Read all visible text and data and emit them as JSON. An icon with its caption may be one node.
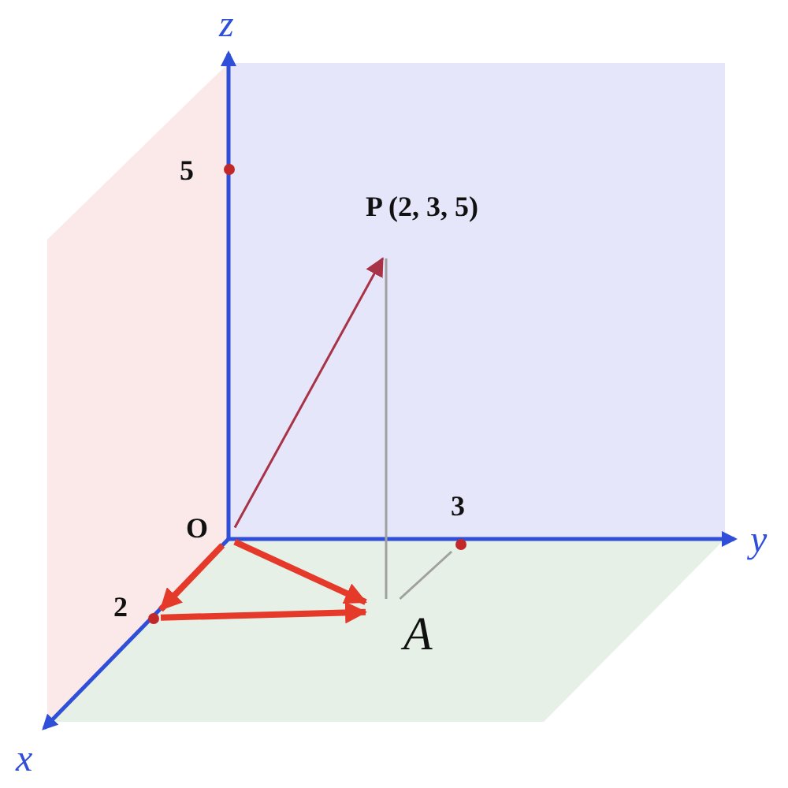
{
  "diagram": {
    "nodes": [
      {
        "text": [
          "5"
        ]
      },
      {
        "text": [
          "P (2, 3, 5)"
        ]
      },
      {
        "text": [
          "O"
        ]
      },
      {
        "text": [
          "3"
        ]
      },
      {
        "text": [
          "2"
        ]
      },
      {
        "text": [
          "A"
        ]
      }
    ],
    "edges": [
      {
        "from": 2,
        "to": 1,
        "arrow": "to",
        "color": "#a83246"
      },
      {
        "from": 2,
        "to": 4,
        "arrow": "to",
        "style": "thick"
      },
      {
        "from": 4,
        "to": 5,
        "arrow": "to",
        "style": "thick"
      },
      {
        "from": 2,
        "to": 5,
        "arrow": "to",
        "style": "thick"
      },
      {
        "from": 1,
        "to": 5,
        "arrow": "none",
        "color": "#a0a0a0"
      },
      {
        "from": 5,
        "to": 3,
        "arrow": "none",
        "color": "#a0a0a0"
      }
    ],
    "labels": [
      "z",
      "y",
      "x"
    ]
  }
}
